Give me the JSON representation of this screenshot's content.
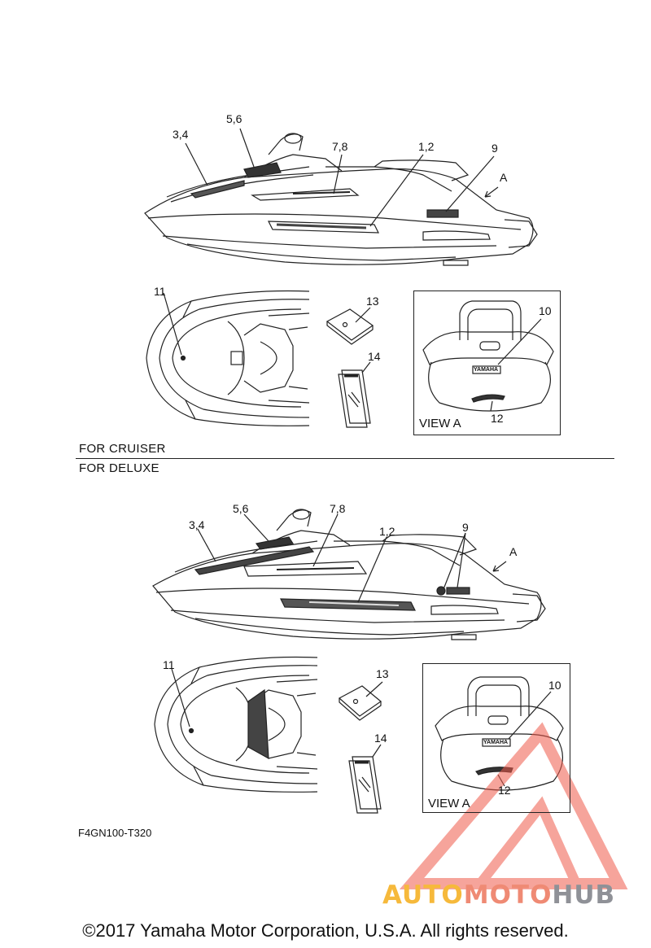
{
  "top_section": {
    "callouts": {
      "c34": "3,4",
      "c56": "5,6",
      "c78": "7,8",
      "c12": "1,2",
      "c9": "9",
      "cA": "A",
      "c11": "11",
      "c13": "13",
      "c14": "14",
      "c10": "10",
      "c12b": "12"
    },
    "view_caption": "VIEW A",
    "badge_text": "YAMAHA",
    "label": "FOR CRUISER"
  },
  "bottom_section": {
    "label": "FOR DELUXE",
    "callouts": {
      "c34": "3,4",
      "c56": "5,6",
      "c78": "7,8",
      "c12": "1,2",
      "c9": "9",
      "cA": "A",
      "c11": "11",
      "c13": "13",
      "c14": "14",
      "c10": "10",
      "c12b": "12"
    },
    "view_caption": "VIEW A",
    "badge_text": "YAMAHA"
  },
  "part_code": "F4GN100-T320",
  "copyright": "©2017 Yamaha Motor Corporation, U.S.A. All rights reserved.",
  "watermark": {
    "part1": "AUTO",
    "part2": "MOTO",
    "part3": "HUB",
    "colors": {
      "orange": "#f6b93b",
      "red": "#ef8a74",
      "gray": "#8f9197"
    }
  }
}
